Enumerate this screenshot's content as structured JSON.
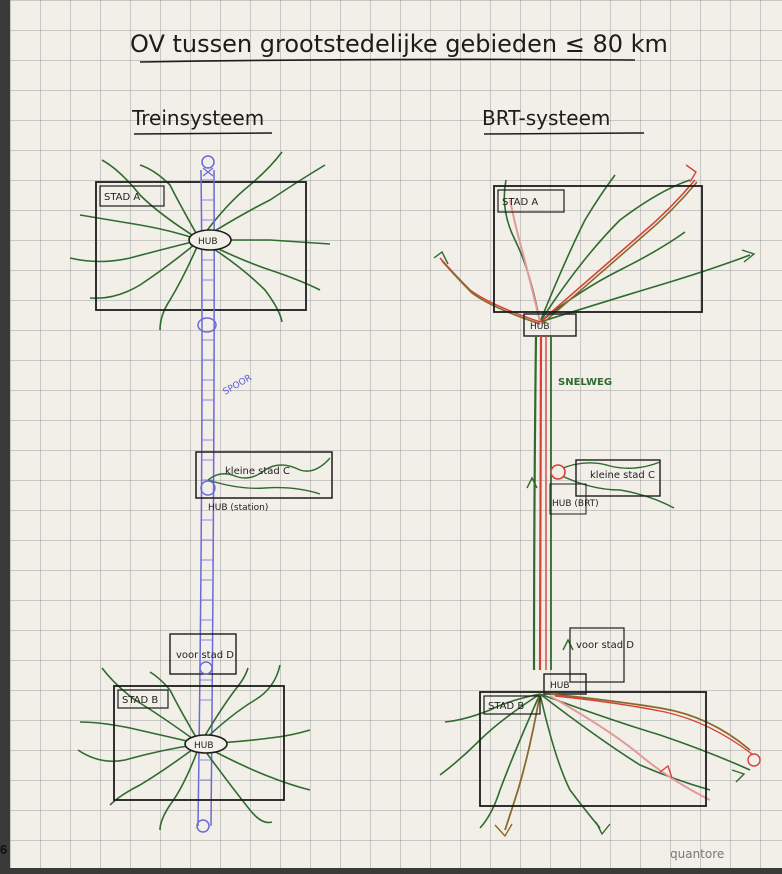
{
  "title": "OV tussen grootstedelijke gebieden ≤ 80 km",
  "left_panel": {
    "heading": "Treinsysteem",
    "city_a": "STAD A",
    "hub_top": "HUB",
    "track_label": "SPOOR",
    "small_city_c": "kleine stad C",
    "hub_station": "HUB (station)",
    "suburb_d": "voor stad D",
    "city_b": "STAD B",
    "hub_bottom": "HUB"
  },
  "right_panel": {
    "heading": "BRT-systeem",
    "city_a": "STAD A",
    "hub_top": "HUB",
    "road_label": "SNELWEG",
    "small_city_c": "kleine stad C",
    "hub_brt": "HUB (BRT)",
    "suburb_d": "voor stad D",
    "hub_bottom": "HUB",
    "city_b": "STAD B"
  },
  "brand": "quantore",
  "page_number": "6",
  "colors": {
    "paper": "#f1efe8",
    "ink_black": "#1c1c1c",
    "ink_green": "#2f6b2f",
    "ink_red": "#d9403a",
    "ink_brown": "#8a6a2a",
    "ink_blue": "#6a6ad8",
    "ink_pink": "#e29a9a"
  }
}
